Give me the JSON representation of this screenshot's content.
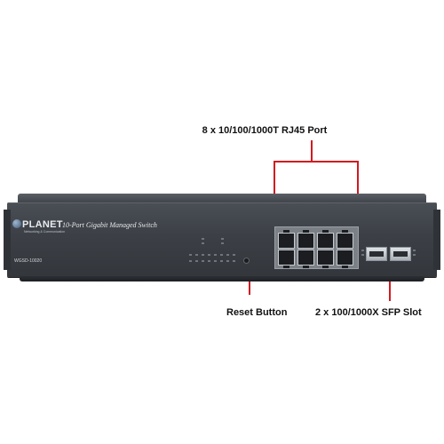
{
  "callouts": {
    "rj45": "8 x 10/100/1000T RJ45 Port",
    "reset": "Reset Button",
    "sfp": "2 x 100/1000X SFP Slot"
  },
  "device": {
    "brand": "PLANET",
    "tagline": "Networking & Communication",
    "product_title": "10-Port Gigabit Managed Switch",
    "model": "WGSD-10020",
    "colors": {
      "chassis": "#3c4046",
      "callout": "#d21a1f"
    }
  }
}
